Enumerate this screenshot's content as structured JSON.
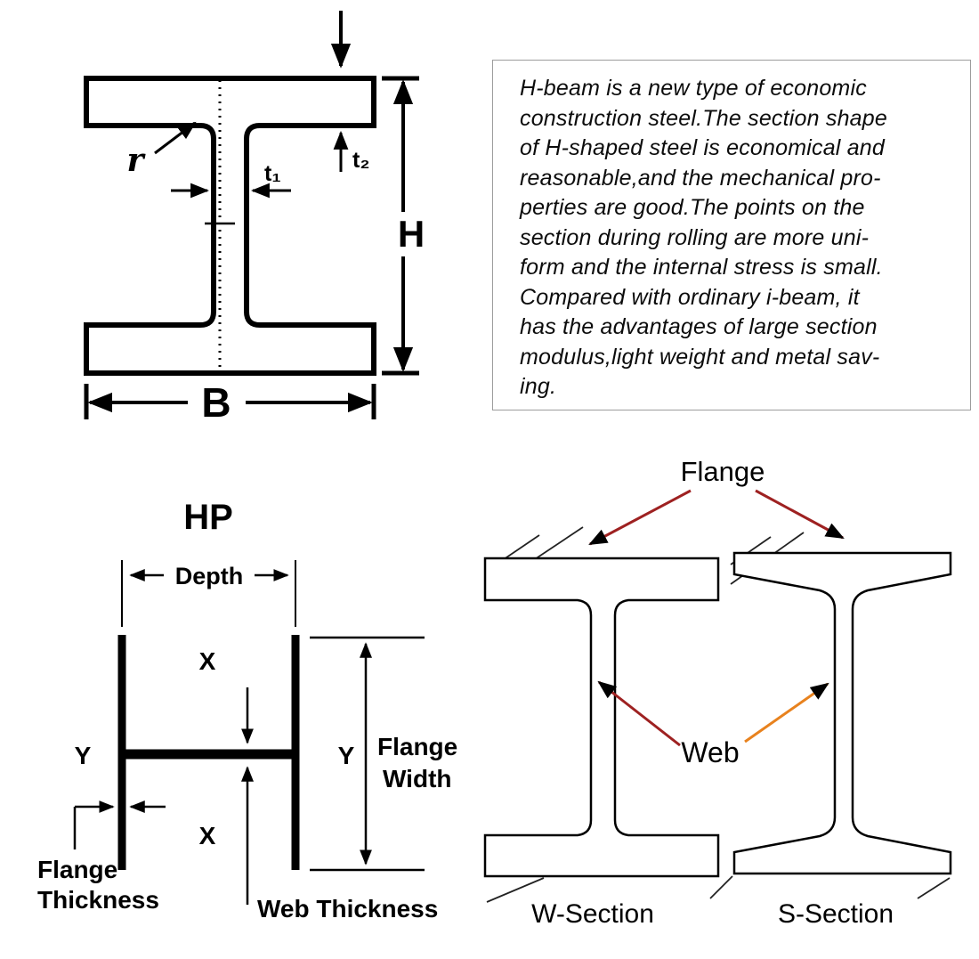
{
  "hbeam": {
    "labels": {
      "r": "r",
      "t1": "t₁",
      "t2": "t₂",
      "h": "H",
      "b": "B"
    }
  },
  "description": {
    "lines": [
      "H-beam is a new type of economic",
      "construction steel.The section shape",
      "of H-shaped steel is economical and",
      "reasonable,and the mechanical pro-",
      "perties are good.The points on the",
      "section during rolling are more uni-",
      "form and the internal stress is small.",
      "Compared with ordinary i-beam, it",
      "has the advantages of large section",
      "modulus,light weight and metal sav-",
      "ing."
    ]
  },
  "hp": {
    "title": "HP",
    "labels": {
      "depth": "Depth",
      "x_top": "X",
      "x_bottom": "X",
      "y_left": "Y",
      "y_right": "Y",
      "flange_width": [
        "Flange",
        "Width"
      ],
      "flange_thickness": [
        "Flange",
        "Thickness"
      ],
      "web_thickness": "Web Thickness"
    }
  },
  "sections": {
    "flange": "Flange",
    "web": "Web",
    "w_section": "W-Section",
    "s_section": "S-Section",
    "colors": {
      "callout_red": "#9e2121",
      "web_arrow_orange": "#e8821e",
      "section_green": "#35cc35"
    }
  }
}
